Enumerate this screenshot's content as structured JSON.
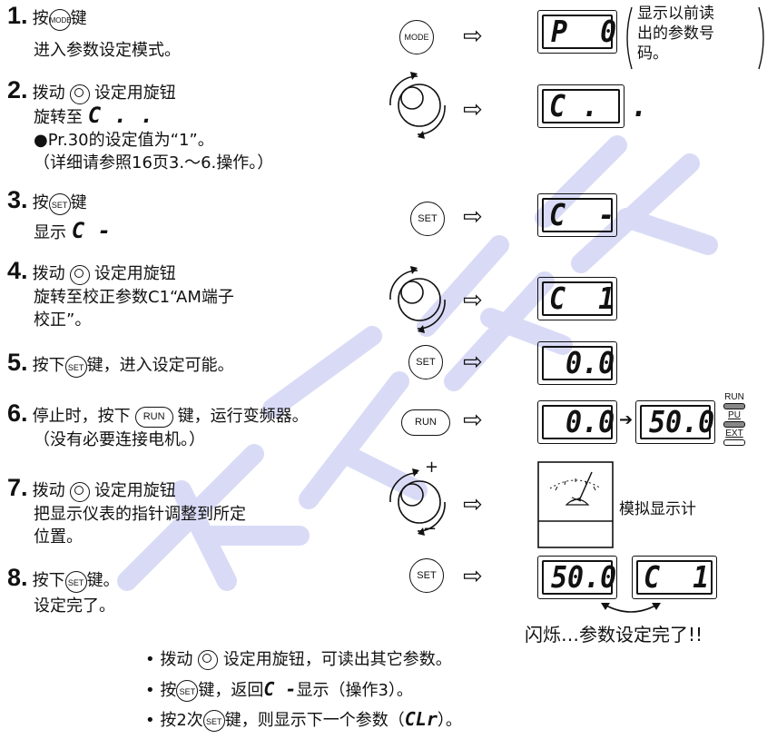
{
  "steps": [
    {
      "num": "1.",
      "line1_pre": "按",
      "key": "MODE",
      "line1_post": "键",
      "line2": "进入参数设定模式。"
    },
    {
      "num": "2.",
      "line1_pre": "拨动",
      "line1_post": "设定用旋钮",
      "line2_pre": "旋转至",
      "line2_seg": "C . .",
      "line3": "●Pr.30的设定值为“1”。",
      "line4": "（详细请参照16页3.～6.操作。）"
    },
    {
      "num": "3.",
      "line1_pre": "按",
      "key": "SET",
      "line1_post": "键",
      "line2_pre": "显示",
      "line2_seg": "C -"
    },
    {
      "num": "4.",
      "line1_pre": "拨动",
      "line1_post": "设定用旋钮",
      "line2": "旋转至校正参数C1“AM端子",
      "line3": "校正”。"
    },
    {
      "num": "5.",
      "line1_pre": "按下",
      "key": "SET",
      "line1_post": "键，进入设定可能。"
    },
    {
      "num": "6.",
      "line1_pre": "停止时，按下",
      "key": "RUN",
      "line1_post": "键，运行变频器。",
      "line2": "（没有必要连接电机。）"
    },
    {
      "num": "7.",
      "line1_pre": "拨动",
      "line1_post": "设定用旋钮",
      "line2": "把显示仪表的指针调整到所定",
      "line3": "位置。"
    },
    {
      "num": "8.",
      "line1_pre": "按下",
      "key": "SET",
      "line1_post": "键。",
      "line2": "设定完了。"
    }
  ],
  "right": {
    "mode_key": "MODE",
    "set_key": "SET",
    "run_key": "RUN",
    "disp1": "P  0",
    "note1": "显示以前读出的参数号码。",
    "disp2": "C .  .",
    "disp3": "C  -",
    "disp4": "C  1",
    "disp5": "0.0",
    "disp6a": "0.0",
    "disp6b": "50.0",
    "led_run": "RUN",
    "led_pu": "PU",
    "led_ext": "EXT",
    "plus": "+",
    "minus": "−",
    "meter_label": "模拟显示计",
    "disp8a": "50.0",
    "disp8b": "C  1",
    "blink": "闪烁…参数设定完了!!"
  },
  "notes": [
    {
      "pre": "• 拨动",
      "post": "设定用旋钮，可读出其它参数。"
    },
    {
      "pre": "• 按",
      "key": "SET",
      "post": "键，返回",
      "seg": "C -",
      "tail": "显示（操作3）。"
    },
    {
      "pre": "• 按2次",
      "key": "SET",
      "post": "键，则显示下一个参数（",
      "seg": "CLr",
      "tail": "）。"
    }
  ]
}
